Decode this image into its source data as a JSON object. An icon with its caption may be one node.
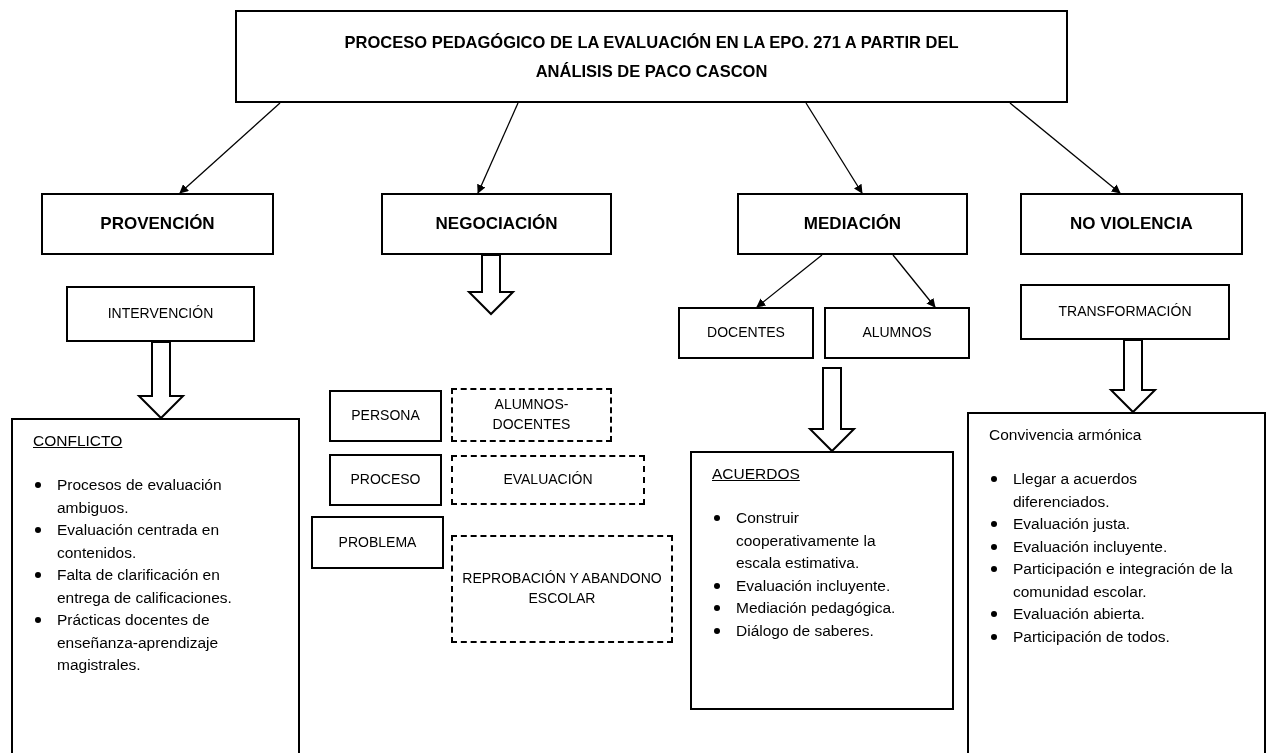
{
  "diagram": {
    "nodes": [
      {
        "text": [
          "PROCESO PEDAGÓGICO DE LA EVALUACIÓN EN LA EPO. 271 A PARTIR DEL ANÁLISIS DE PACO CASCON"
        ]
      },
      {
        "text": [
          "PROVENCIÓN"
        ]
      },
      {
        "text": [
          "NEGOCIACIÓN"
        ]
      },
      {
        "text": [
          "MEDIACIÓN"
        ]
      },
      {
        "text": [
          "NO VIOLENCIA"
        ]
      },
      {
        "text": [
          "INTERVENCIÓN"
        ]
      },
      {
        "text": [
          "CONFLICTO",
          "Procesos de evaluación ambiguos.",
          "Evaluación centrada en contenidos.",
          "Falta de clarificación en entrega de calificaciones.",
          "Prácticas docentes de enseñanza-aprendizaje magistrales."
        ]
      },
      {
        "text": [
          "PERSONA"
        ]
      },
      {
        "text": [
          "ALUMNOS- DOCENTES"
        ]
      },
      {
        "text": [
          "PROCESO"
        ]
      },
      {
        "text": [
          "EVALUACIÓN"
        ]
      },
      {
        "text": [
          "PROBLEMA"
        ]
      },
      {
        "text": [
          "REPROBACIÓN Y ABANDONO ESCOLAR"
        ]
      },
      {
        "text": [
          "DOCENTES"
        ]
      },
      {
        "text": [
          "ALUMNOS"
        ]
      },
      {
        "text": [
          "ACUERDOS",
          "Construir cooperativamente la escala estimativa.",
          "Evaluación incluyente.",
          "Mediación pedagógica.",
          "Diálogo de saberes."
        ]
      },
      {
        "text": [
          "TRANSFORMACIÓN"
        ]
      },
      {
        "text": [
          "Convivencia armónica",
          "Llegar a acuerdos diferenciados.",
          "Evaluación justa.",
          "Evaluación incluyente.",
          "Participación e integración de la comunidad escolar.",
          "Evaluación abierta.",
          "Participación de todos."
        ]
      }
    ],
    "edges": [
      {
        "from": 0,
        "to": 1,
        "arrow": "to"
      },
      {
        "from": 0,
        "to": 2,
        "arrow": "to"
      },
      {
        "from": 0,
        "to": 3,
        "arrow": "to"
      },
      {
        "from": 0,
        "to": 4,
        "arrow": "to"
      },
      {
        "from": 2,
        "to": null,
        "arrow": "to",
        "style": "thick"
      },
      {
        "from": 3,
        "to": 13,
        "arrow": "to"
      },
      {
        "from": 3,
        "to": 14,
        "arrow": "to"
      },
      {
        "from": 5,
        "to": 6,
        "arrow": "to",
        "style": "thick"
      },
      {
        "from": null,
        "to": 15,
        "arrow": "to",
        "style": "thick"
      },
      {
        "from": 16,
        "to": 17,
        "arrow": "to",
        "style": "thick"
      }
    ]
  }
}
